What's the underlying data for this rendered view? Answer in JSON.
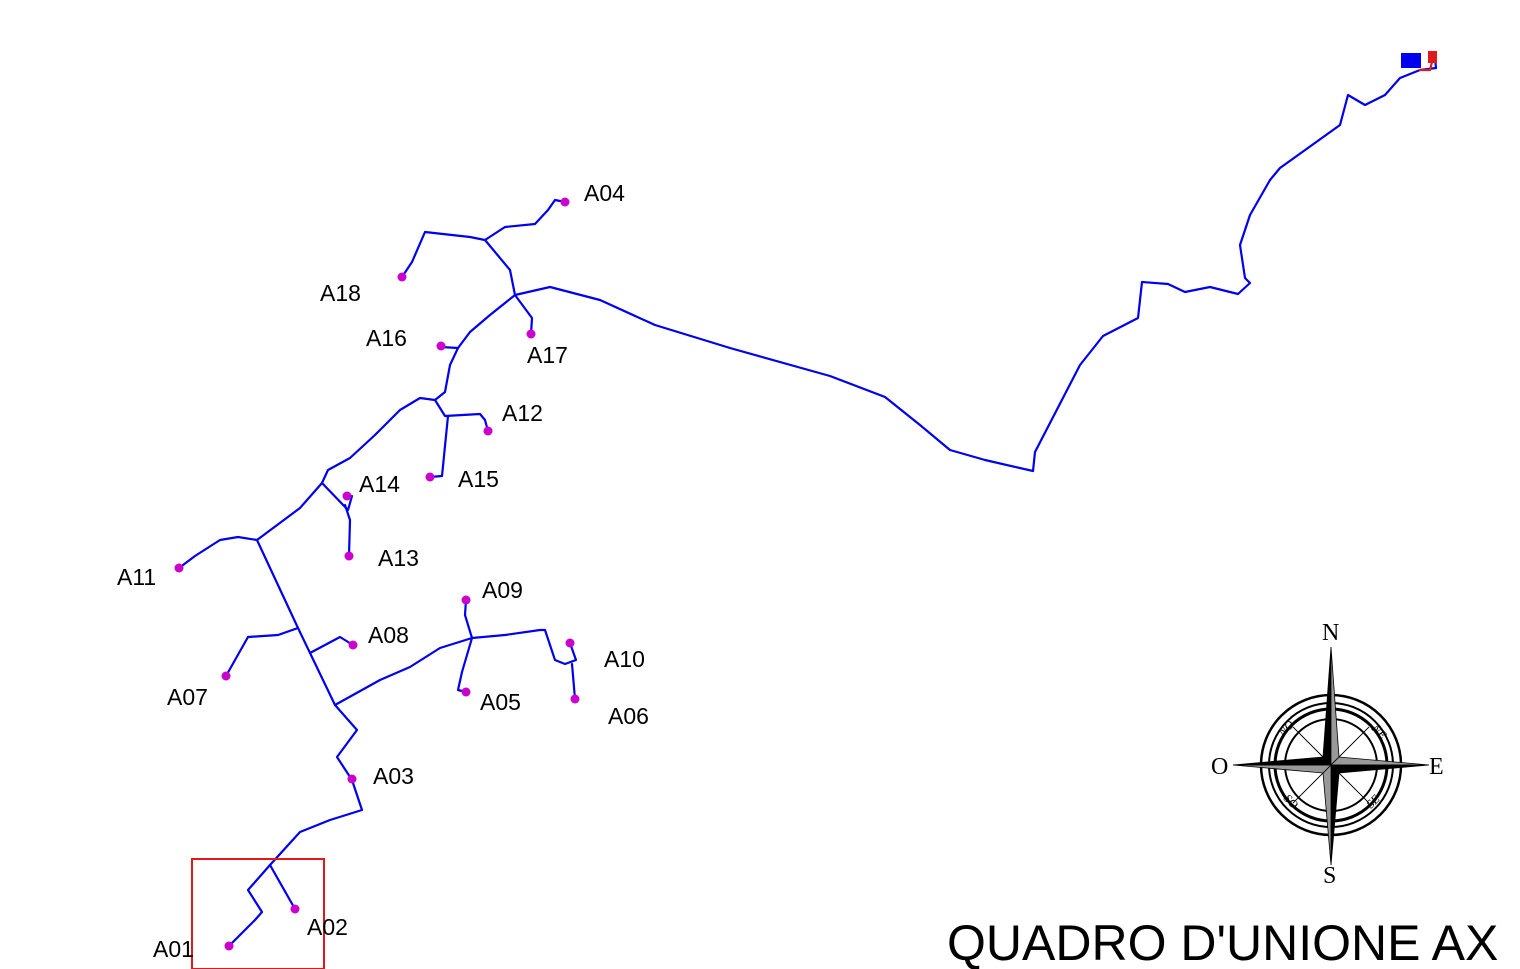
{
  "map": {
    "title": "QUADRO D'UNIONE AX",
    "network_color": "#0000ee",
    "point_color": "#cc00cc",
    "highlight_color": "#e0191b",
    "points": [
      {
        "id": "a01",
        "label": "A01"
      },
      {
        "id": "a02",
        "label": "A02"
      },
      {
        "id": "a03",
        "label": "A03"
      },
      {
        "id": "a04",
        "label": "A04"
      },
      {
        "id": "a05",
        "label": "A05"
      },
      {
        "id": "a06",
        "label": "A06"
      },
      {
        "id": "a07",
        "label": "A07"
      },
      {
        "id": "a08",
        "label": "A08"
      },
      {
        "id": "a09",
        "label": "A09"
      },
      {
        "id": "a10",
        "label": "A10"
      },
      {
        "id": "a11",
        "label": "A11"
      },
      {
        "id": "a12",
        "label": "A12"
      },
      {
        "id": "a13",
        "label": "A13"
      },
      {
        "id": "a14",
        "label": "A14"
      },
      {
        "id": "a15",
        "label": "A15"
      },
      {
        "id": "a16",
        "label": "A16"
      },
      {
        "id": "a17",
        "label": "A17"
      },
      {
        "id": "a18",
        "label": "A18"
      }
    ]
  },
  "compass": {
    "north": "N",
    "south": "S",
    "east": "E",
    "west": "O",
    "northeast": "NE",
    "northwest": "NO",
    "southeast": "SE",
    "southwest": "SO"
  }
}
